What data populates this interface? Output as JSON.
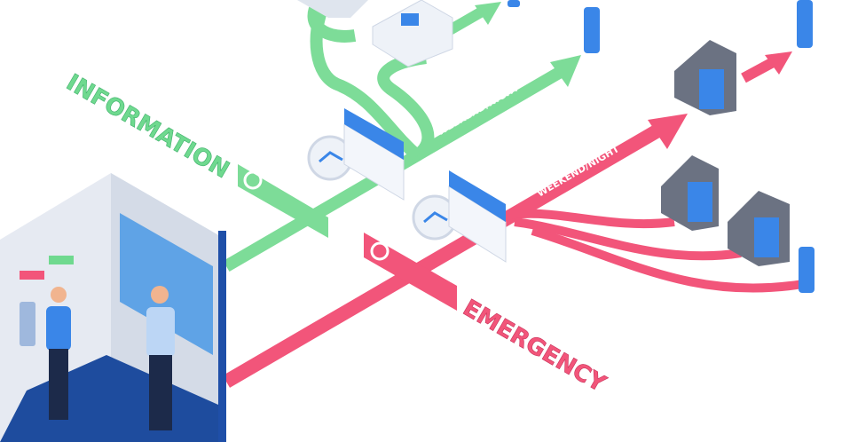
{
  "labels": {
    "information": "INFORMATION",
    "emergency": "EMERGENCY",
    "weekend_night_info": "WEEKEND/NIGHT",
    "weekend_night_emergency": "WEEKEND/NIGHT"
  },
  "colors": {
    "information": "#6fd98f",
    "emergency": "#f2557a",
    "device_blue": "#3a86e8",
    "elevator_wall": "#e3e8f0",
    "elevator_frame": "#1f4fa8"
  }
}
